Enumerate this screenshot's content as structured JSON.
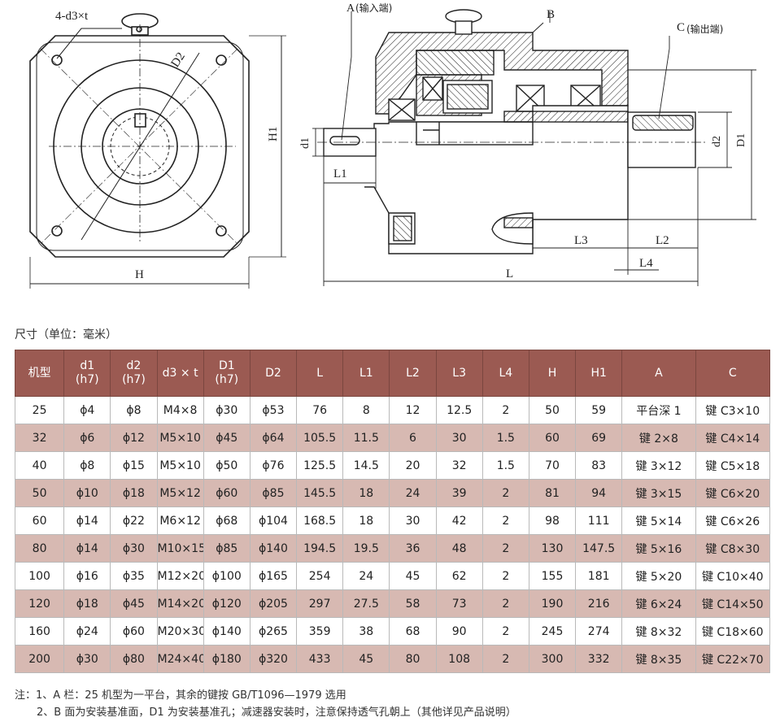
{
  "drawing": {
    "labels": {
      "bolt_spec": "4-d3×t",
      "d2": "D2",
      "h1": "H1",
      "h": "H",
      "a": "A",
      "a_note": "(输入端)",
      "b": "B",
      "c": "C",
      "c_note": "(输出端)",
      "d1": "d1",
      "l1": "L1",
      "d2_small": "d2",
      "big_d1": "D1",
      "l3": "L3",
      "l2": "L2",
      "l4": "L4",
      "l": "L"
    }
  },
  "units_caption": "尺寸（单位：毫米）",
  "table": {
    "headers": [
      {
        "line1": "机型",
        "line2": ""
      },
      {
        "line1": "d1",
        "line2": "(h7)"
      },
      {
        "line1": "d2",
        "line2": "(h7)"
      },
      {
        "line1": "d3 × t",
        "line2": ""
      },
      {
        "line1": "D1",
        "line2": "(h7)"
      },
      {
        "line1": "D2",
        "line2": ""
      },
      {
        "line1": "L",
        "line2": ""
      },
      {
        "line1": "L1",
        "line2": ""
      },
      {
        "line1": "L2",
        "line2": ""
      },
      {
        "line1": "L3",
        "line2": ""
      },
      {
        "line1": "L4",
        "line2": ""
      },
      {
        "line1": "H",
        "line2": ""
      },
      {
        "line1": "H1",
        "line2": ""
      },
      {
        "line1": "A",
        "line2": ""
      },
      {
        "line1": "C",
        "line2": ""
      }
    ],
    "rows": [
      [
        "25",
        "ϕ4",
        "ϕ8",
        "M4×8",
        "ϕ30",
        "ϕ53",
        "76",
        "8",
        "12",
        "12.5",
        "2",
        "50",
        "59",
        "平台深 1",
        "键 C3×10"
      ],
      [
        "32",
        "ϕ6",
        "ϕ12",
        "M5×10",
        "ϕ45",
        "ϕ64",
        "105.5",
        "11.5",
        "6",
        "30",
        "1.5",
        "60",
        "69",
        "键 2×8",
        "键 C4×14"
      ],
      [
        "40",
        "ϕ8",
        "ϕ15",
        "M5×10",
        "ϕ50",
        "ϕ76",
        "125.5",
        "14.5",
        "20",
        "32",
        "1.5",
        "70",
        "83",
        "键 3×12",
        "键 C5×18"
      ],
      [
        "50",
        "ϕ10",
        "ϕ18",
        "M5×12",
        "ϕ60",
        "ϕ85",
        "145.5",
        "18",
        "24",
        "39",
        "2",
        "81",
        "94",
        "键 3×15",
        "键 C6×20"
      ],
      [
        "60",
        "ϕ14",
        "ϕ22",
        "M6×12",
        "ϕ68",
        "ϕ104",
        "168.5",
        "18",
        "30",
        "42",
        "2",
        "98",
        "111",
        "键 5×14",
        "键 C6×26"
      ],
      [
        "80",
        "ϕ14",
        "ϕ30",
        "M10×15",
        "ϕ85",
        "ϕ140",
        "194.5",
        "19.5",
        "36",
        "48",
        "2",
        "130",
        "147.5",
        "键 5×16",
        "键 C8×30"
      ],
      [
        "100",
        "ϕ16",
        "ϕ35",
        "M12×20",
        "ϕ100",
        "ϕ165",
        "254",
        "24",
        "45",
        "62",
        "2",
        "155",
        "181",
        "键 5×20",
        "键 C10×40"
      ],
      [
        "120",
        "ϕ18",
        "ϕ45",
        "M14×20",
        "ϕ120",
        "ϕ205",
        "297",
        "27.5",
        "58",
        "73",
        "2",
        "190",
        "216",
        "键 6×24",
        "键 C14×50"
      ],
      [
        "160",
        "ϕ24",
        "ϕ60",
        "M20×30",
        "ϕ140",
        "ϕ265",
        "359",
        "38",
        "68",
        "90",
        "2",
        "245",
        "274",
        "键 8×32",
        "键 C18×60"
      ],
      [
        "200",
        "ϕ30",
        "ϕ80",
        "M24×40",
        "ϕ180",
        "ϕ320",
        "433",
        "45",
        "80",
        "108",
        "2",
        "300",
        "332",
        "键 8×35",
        "键 C22×70"
      ]
    ]
  },
  "notes": {
    "line1": "注：1、A 栏：25 机型为一平台，其余的键按 GB/T1096—1979 选用",
    "line2": "2、B 面为安装基准面，D1 为安装基准孔；减速器安装时，注意保持透气孔朝上（其他详见产品说明）"
  },
  "colors": {
    "header_bg": "#9b5a52",
    "alt_row_bg": "#d7b9b2",
    "line_color": "#222222"
  }
}
